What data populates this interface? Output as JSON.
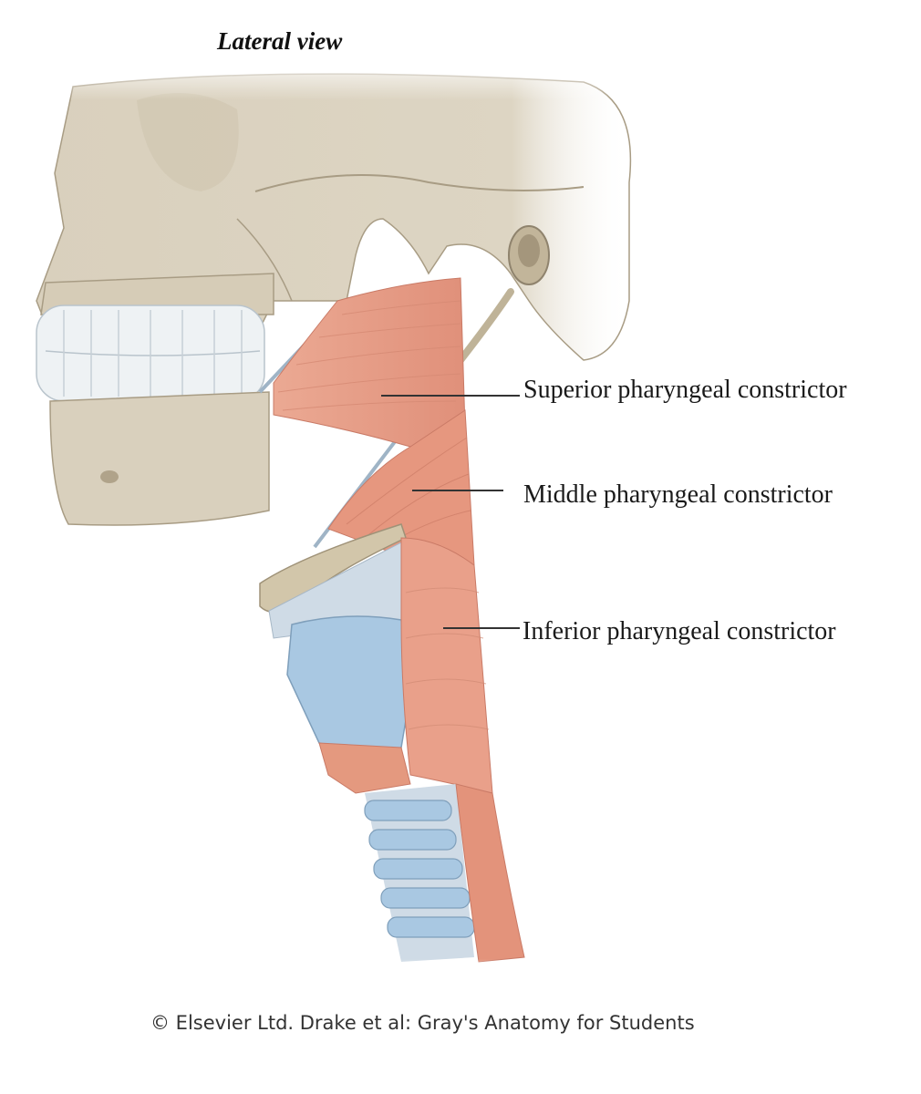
{
  "figure": {
    "title": "Lateral view",
    "labels": [
      {
        "id": "superior",
        "text": "Superior pharyngeal constrictor"
      },
      {
        "id": "middle",
        "text": "Middle pharyngeal constrictor"
      },
      {
        "id": "inferior",
        "text": "Inferior pharyngeal constrictor"
      }
    ],
    "credit": "© Elsevier Ltd. Drake et al: Gray's Anatomy for Students",
    "colors": {
      "bone": "#d9d0bd",
      "bone_shadow": "#b8ab92",
      "teeth": "#eef2f4",
      "muscle": "#e8a08a",
      "muscle_dark": "#d9826c",
      "cartilage": "#a9c8e2",
      "cartilage_light": "#cfdbe6",
      "ligament": "#9fb4c6"
    }
  }
}
